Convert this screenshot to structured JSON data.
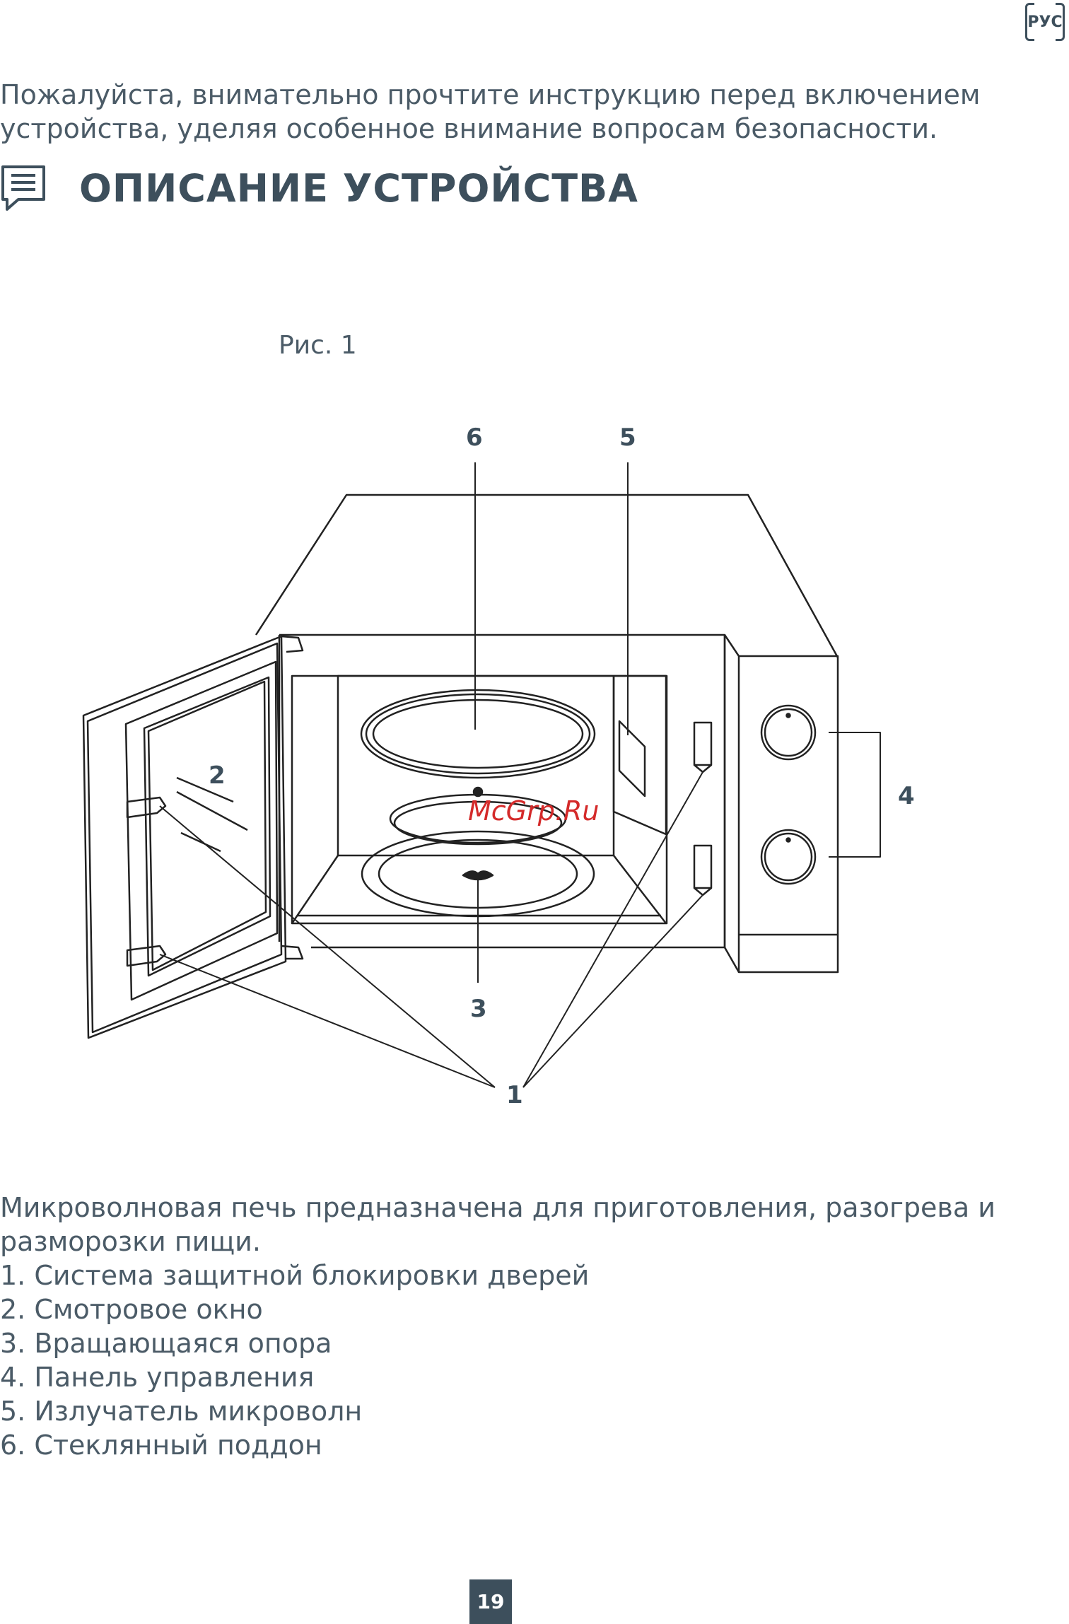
{
  "language_badge": "РУС",
  "intro": "Пожалуйста, внимательно прочтите инструкцию перед включением устройства, уделяя особенное внимание вопросам безопасности.",
  "section_title": "ОПИСАНИЕ УСТРОЙСТВА",
  "section_icon": "document-lines-icon",
  "figure_caption": "Рис. 1",
  "callouts": {
    "c1": "1",
    "c2": "2",
    "c3": "3",
    "c4": "4",
    "c5": "5",
    "c6": "6"
  },
  "watermark": "McGrp.Ru",
  "description": "Микроволновая печь предназначена для приготовления, разогрева и разморозки пищи.",
  "parts": [
    "1. Система защитной блокировки дверей",
    "2. Смотровое окно",
    "3. Вращающаяся опора",
    "4. Панель управления",
    "5. Излучатель микроволн",
    "6. Стеклянный поддон"
  ],
  "page_number": "19",
  "colors": {
    "text": "#4b5b67",
    "heading": "#3d4f5c",
    "watermark": "#d42a2a"
  }
}
